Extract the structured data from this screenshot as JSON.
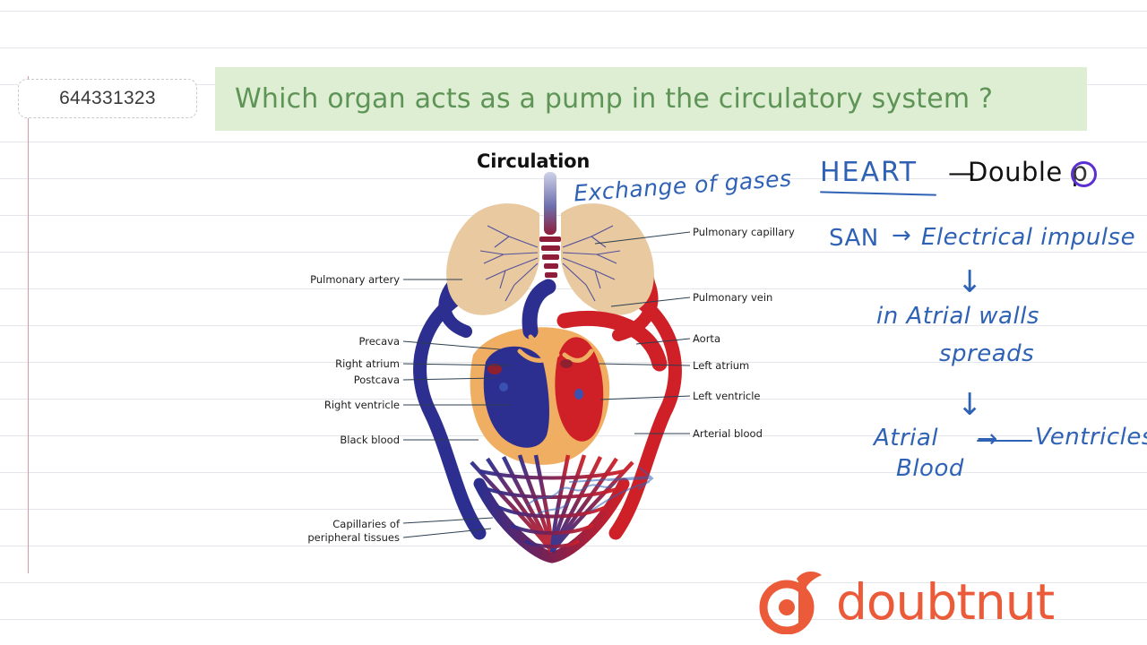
{
  "page": {
    "question_id": "644331323"
  },
  "question": {
    "text": "Which organ acts as a pump in the circulatory system ?",
    "background_color": "#ddeed3",
    "text_color": "#5e9456"
  },
  "diagram": {
    "title": "Circulation",
    "labels_left": [
      {
        "text": "Pulmonary artery"
      },
      {
        "text": "Precava"
      },
      {
        "text": "Right atrium"
      },
      {
        "text": "Postcava"
      },
      {
        "text": "Right ventricle"
      },
      {
        "text": "Black blood"
      },
      {
        "text": "Capillaries of"
      },
      {
        "text": "peripheral tissues"
      }
    ],
    "labels_right": [
      {
        "text": "Pulmonary capillary"
      },
      {
        "text": "Pulmonary vein"
      },
      {
        "text": "Aorta"
      },
      {
        "text": "Left atrium"
      },
      {
        "text": "Left ventricle"
      },
      {
        "text": "Arterial blood"
      }
    ],
    "colors": {
      "deoxygenated": "#2c2f8f",
      "oxygenated": "#cf2027",
      "heart_wall": "#f0ae63",
      "lung": "#e8c9a0",
      "capillary_bed": "#7e2050"
    }
  },
  "annotations": {
    "exchange_of_gases": "Exchange of gases",
    "heart": "HEART",
    "dash": "—",
    "double_pump": "Double p",
    "san": "SAN",
    "arrow_right_1": "→",
    "electrical_impulse": "Electrical impulse",
    "arrow_down_1": "↓",
    "in_atrial_walls": "in Atrial walls",
    "spreads": "spreads",
    "arrow_down_2": "↓",
    "atrial": "Atrial",
    "blood": "Blood",
    "arrow_right_2": "→",
    "ventricles": "Ventricles",
    "ink_color": "#2f62b5",
    "cursor_color": "#5b2fd0"
  },
  "branding": {
    "name": "doubtnut",
    "color": "#ec5b39"
  }
}
